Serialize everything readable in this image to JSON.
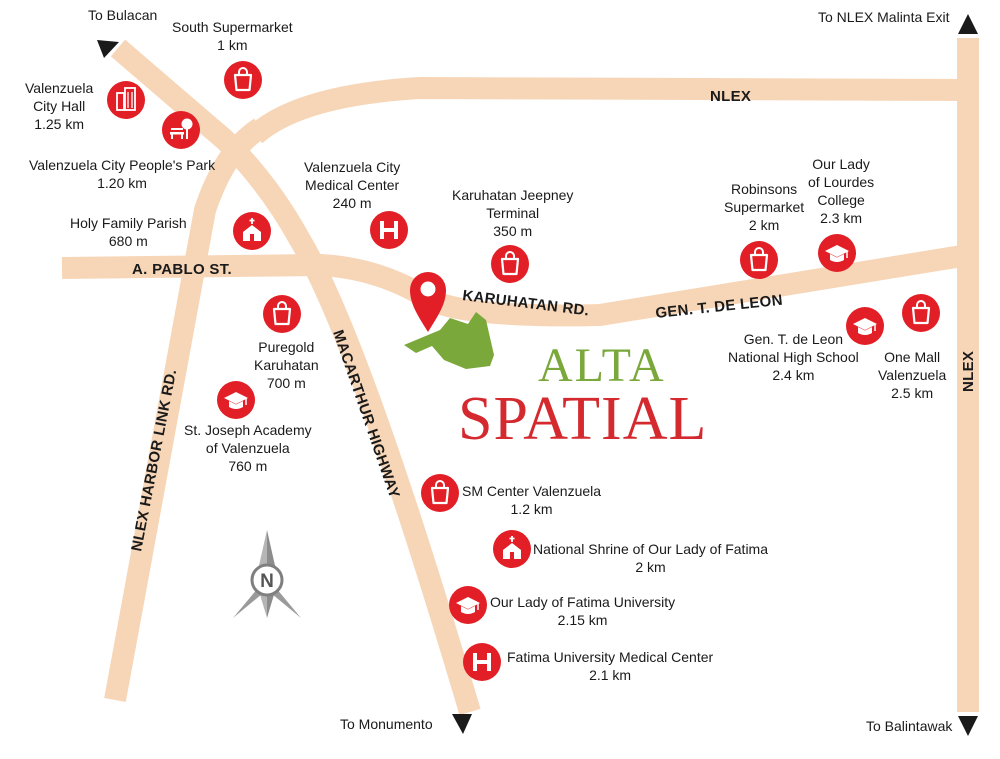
{
  "roads": {
    "nlex_top": "NLEX",
    "nlex_right": "NLEX",
    "a_pablo": "A. PABLO ST.",
    "karuhatan": "KARUHATAN RD.",
    "gen_t_de_leon": "GEN. T. DE LEON",
    "nlex_harbor_link": "NLEX HARBOR LINK RD.",
    "macarthur": "MACARTHUR HIGHWAY"
  },
  "directions": {
    "bulacan": "To Bulacan",
    "nlex_malinta": "To NLEX Malinta Exit",
    "monumento": "To Monumento",
    "balintawak": "To Balintawak"
  },
  "brand": {
    "alta": "ALTA",
    "spatial": "SPATIAL"
  },
  "compass": {
    "letter": "N"
  },
  "landmarks": [
    {
      "id": "south-supermarket",
      "icon": "shopping-bag-icon",
      "lines": [
        "South Supermarket",
        "1 km"
      ]
    },
    {
      "id": "valenzuela-city-hall",
      "icon": "building-icon",
      "lines": [
        "Valenzuela",
        "City Hall",
        "1.25 km"
      ]
    },
    {
      "id": "peoples-park",
      "icon": "park-bench-icon",
      "lines": [
        "Valenzuela City People's Park",
        "1.20 km"
      ]
    },
    {
      "id": "holy-family-parish",
      "icon": "church-icon",
      "lines": [
        "Holy Family Parish",
        "680 m"
      ]
    },
    {
      "id": "valenzuela-medical-center",
      "icon": "hospital-icon",
      "lines": [
        "Valenzuela City",
        "Medical Center",
        "240 m"
      ]
    },
    {
      "id": "karuhatan-jeepney-terminal",
      "icon": "shopping-bag-icon",
      "lines": [
        "Karuhatan Jeepney",
        "Terminal",
        "350 m"
      ]
    },
    {
      "id": "robinsons-supermarket",
      "icon": "shopping-bag-icon",
      "lines": [
        "Robinsons",
        "Supermarket",
        "2 km"
      ]
    },
    {
      "id": "our-lady-of-lourdes-college",
      "icon": "graduation-cap-icon",
      "lines": [
        "Our Lady",
        "of Lourdes",
        "College",
        "2.3 km"
      ]
    },
    {
      "id": "puregold-karuhatan",
      "icon": "shopping-bag-icon",
      "lines": [
        "Puregold",
        "Karuhatan",
        "700 m"
      ]
    },
    {
      "id": "st-joseph-academy",
      "icon": "graduation-cap-icon",
      "lines": [
        "St. Joseph Academy",
        "of Valenzuela",
        "760 m"
      ]
    },
    {
      "id": "gen-t-de-leon-nhs",
      "icon": "graduation-cap-icon",
      "lines": [
        "Gen. T. de Leon",
        "National High School",
        "2.4 km"
      ]
    },
    {
      "id": "one-mall-valenzuela",
      "icon": "shopping-bag-icon",
      "lines": [
        "One Mall",
        "Valenzuela",
        "2.5 km"
      ]
    },
    {
      "id": "sm-center-valenzuela",
      "icon": "shopping-bag-icon",
      "lines": [
        "SM Center Valenzuela",
        "1.2 km"
      ]
    },
    {
      "id": "national-shrine-fatima",
      "icon": "church-icon",
      "lines": [
        "National Shrine of Our Lady of Fatima",
        "2 km"
      ]
    },
    {
      "id": "our-lady-of-fatima-university",
      "icon": "graduation-cap-icon",
      "lines": [
        "Our Lady of Fatima University",
        "2.15 km"
      ]
    },
    {
      "id": "fatima-university-medical-center",
      "icon": "hospital-icon",
      "lines": [
        "Fatima University Medical Center",
        "2.1 km"
      ]
    }
  ],
  "colors": {
    "road": "#f7d6b8",
    "marker": "#e21f26",
    "site": "#7aa83b",
    "brand_green": "#7aa83b",
    "brand_red": "#d42a2f"
  }
}
